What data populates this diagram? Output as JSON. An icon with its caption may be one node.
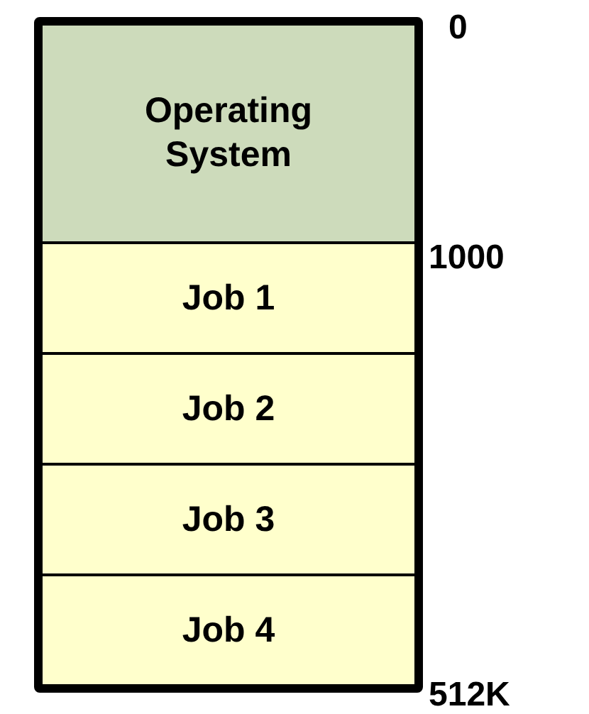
{
  "diagram": {
    "nodes": [
      {
        "text": [
          "Operating System"
        ]
      },
      {
        "text": [
          "Job 1"
        ]
      },
      {
        "text": [
          "Job 2"
        ]
      },
      {
        "text": [
          "Job 3"
        ]
      },
      {
        "text": [
          "Job 4"
        ]
      }
    ],
    "labels": [
      "0",
      "1000",
      "512K"
    ]
  }
}
